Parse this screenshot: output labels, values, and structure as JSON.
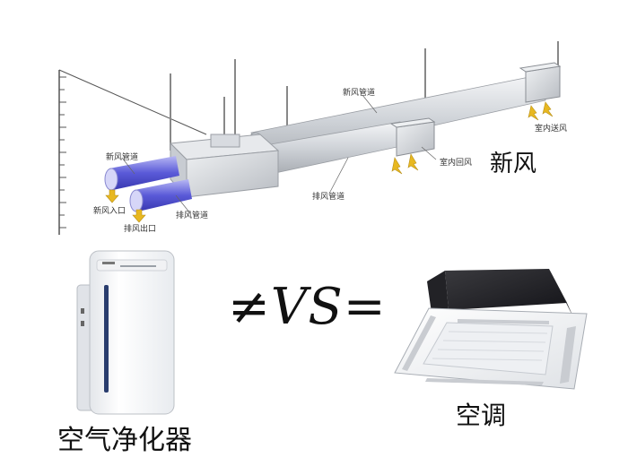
{
  "diagram": {
    "labels": {
      "fresh_air_duct_top": "新风管道",
      "fresh_air_duct_left": "新风管道",
      "fresh_air_inlet": "新风入口",
      "exhaust_duct_left": "排风管道",
      "exhaust_outlet": "排风出口",
      "exhaust_duct_mid": "排风管道",
      "indoor_return_air": "室内回风",
      "indoor_supply_air": "室内送风"
    },
    "caption": "新风"
  },
  "comparison": {
    "purifier_caption": "空气净化器",
    "vs_text": "≠VS=",
    "ac_caption": "空调"
  },
  "colors": {
    "duct_gray": "#cfd3d8",
    "duct_blue": "#5a5ad8",
    "arrow_yellow": "#e8b820",
    "text_dark": "#111111"
  }
}
